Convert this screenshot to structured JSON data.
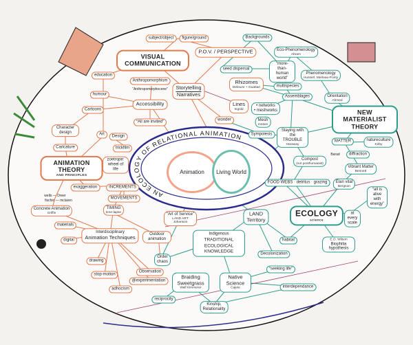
{
  "title": "AN ECOLOGY OF RELATIONAL ANIMATION",
  "center": {
    "left": "Animation",
    "right": "Living World"
  },
  "orange": {
    "visual_communication": "VISUAL COMMUNICATION",
    "education": "education",
    "anthropomorphism": "Anthropomorphism",
    "anthropomorphocene": "“Anthropomorphocene”",
    "humour": "humour",
    "accessibility": "Accessibility",
    "cartoons": "Cartoons",
    "all_invited": "“All are invited”",
    "character_design": "Character design",
    "art": "Art",
    "design": "Design",
    "caricature": "Caricature",
    "trickfilm": "trickfilm",
    "animation_theory": "ANIMATION THEORY",
    "animation_theory_sub": "AND PRINCIPLES",
    "zoetrope": "zoetrope: wheel of life",
    "exaggeration": "exaggeration",
    "increments": "INCREMENTS",
    "wells": "wells — Dreer",
    "fischin": "fischin — mclaren",
    "movements": "MOVEMENTS",
    "concrete": "Concrete Animation",
    "griffin": "Griffin",
    "timing": "TIMING",
    "timelapse": "time-lapse",
    "materials": "materials",
    "interdisciplinary": "Interdisciplinary",
    "ani_tech": "Animation Techniques",
    "digital": "digital",
    "drawing": "drawing",
    "stop_motion": "stop-motion",
    "observation": "Observation",
    "experimentation": "@experimentation",
    "adhocism": "adhocism",
    "outdoor": "Outdoor animation",
    "art_service": "“Art of Service”",
    "land_art": "LAND ART",
    "johanson": "Johanson",
    "storytelling": "Storytelling",
    "narratives": "Narratives",
    "subject_object": "subject/object",
    "figure_ground": "figure/ground",
    "pov": "P.O.V. / PERSPECTIVE"
  },
  "teal": {
    "backgrounds": "Backgrounds",
    "eco_phen": "Eco-Phenomenology",
    "abram": "Abram",
    "more_than_human": "“more-than-human world”",
    "seed": "seed dispersal",
    "phenomenology": "Phenomenology",
    "husserl": "Husserl, Merleau-Ponty",
    "rhizomes": "Rhizomes",
    "deleuze": "Deleuze + Guattari",
    "multispecies": "multispecies",
    "assemblages": "Assemblages",
    "orientation": "Orientation",
    "ahmed": "Ahmed",
    "lines": "Lines",
    "ingold": "Ingold",
    "networks": "• networks",
    "meshworks": "• meshworks",
    "mesh": "Mesh",
    "motion": "motion",
    "wonder": "wonder",
    "new_materialist": "NEW MATERIALIST THEORY",
    "sympoiesis": "Sympoiesis",
    "staying": "Staying with the TROUBLE",
    "haraway": "Haraway",
    "matter": "MATTER",
    "naturecultures": "natureculture",
    "kirby": "Kirby",
    "barad": "Barad",
    "diffraction": "diffraction",
    "compost": "Compost",
    "not_posthumanist": "(not posthumanist)",
    "vibrant": "Vibrant Matter",
    "bennett": "Bennett",
    "food_webs": "FOOD WEBS",
    "detritus": "· detritus",
    "grazing": "· grazing",
    "elan": "Élan vital",
    "bergson": "Bergson",
    "all_alive": "“all is alive with energy”",
    "ecology": "ECOLOGY",
    "science": "science",
    "every_scale": "at every scale",
    "land": "LAND",
    "territory": "Territory",
    "indigenous": "Indigenous",
    "tek": "TRADITIONAL ECOLOGICAL KNOWLEDGE",
    "habitat": "habitat",
    "eo_wilson": "E.O. Wilson",
    "biophilia": "Biophilia hypothesis",
    "decolonization": "Decolonization",
    "order": "Order",
    "chaos": "chaos",
    "seeking": "“seeking life”",
    "braiding": "Braiding Sweetgrass",
    "kimmerer": "Wall Kimmerer",
    "native": "Native Science",
    "cajete": "Cajete",
    "interdependance": "interdependance",
    "reciprocity": "reciprocity",
    "kinship": "Kinship,",
    "relationality": "Relationality"
  }
}
